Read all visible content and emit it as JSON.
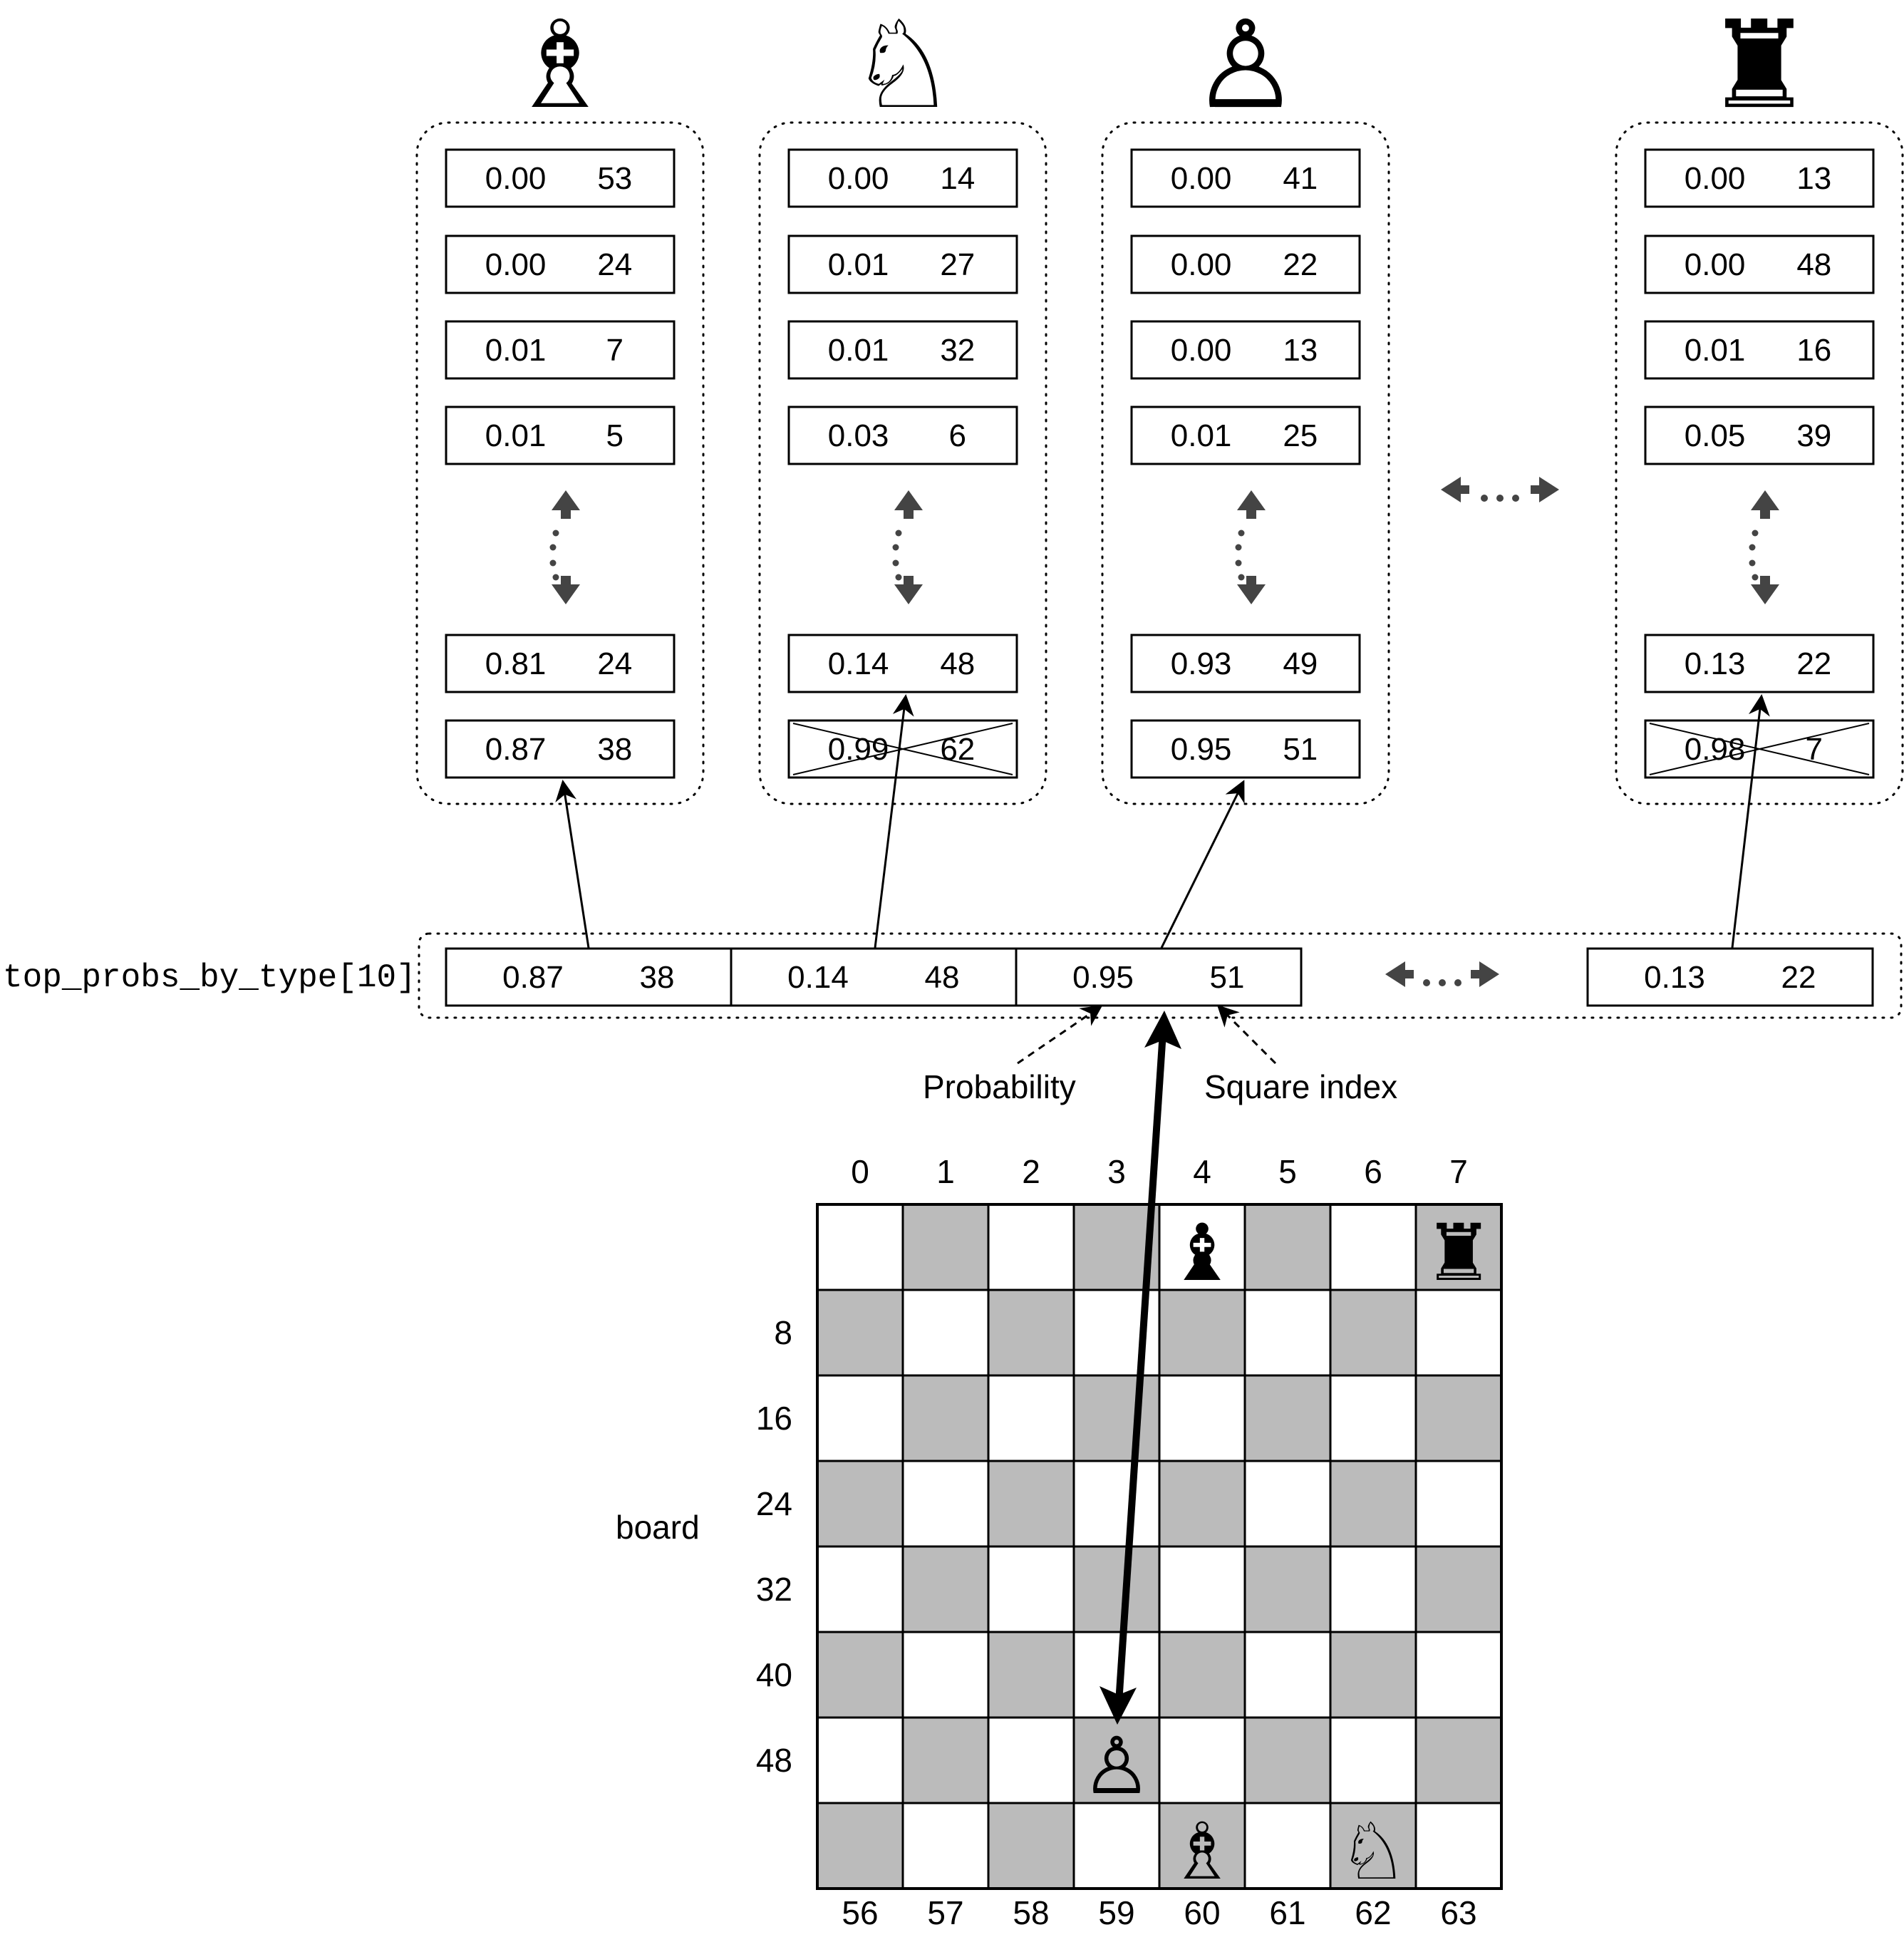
{
  "columns": [
    {
      "icon": "white-bishop-icon",
      "glyph": "♗",
      "top_rows": [
        [
          "0.00",
          "53"
        ],
        [
          "0.00",
          "24"
        ],
        [
          "0.01",
          "7"
        ],
        [
          "0.01",
          "5"
        ]
      ],
      "bottom_rows": [
        [
          "0.81",
          "24"
        ],
        [
          "0.87",
          "38"
        ]
      ],
      "crossed_last": false
    },
    {
      "icon": "white-knight-icon",
      "glyph": "♘",
      "top_rows": [
        [
          "0.00",
          "14"
        ],
        [
          "0.01",
          "27"
        ],
        [
          "0.01",
          "32"
        ],
        [
          "0.03",
          "6"
        ]
      ],
      "bottom_rows": [
        [
          "0.14",
          "48"
        ],
        [
          "0.99",
          "62"
        ]
      ],
      "crossed_last": true
    },
    {
      "icon": "white-pawn-icon",
      "glyph": "♙",
      "top_rows": [
        [
          "0.00",
          "41"
        ],
        [
          "0.00",
          "22"
        ],
        [
          "0.00",
          "13"
        ],
        [
          "0.01",
          "25"
        ]
      ],
      "bottom_rows": [
        [
          "0.93",
          "49"
        ],
        [
          "0.95",
          "51"
        ]
      ],
      "crossed_last": false
    },
    {
      "icon": "black-rook-icon",
      "glyph": "♜",
      "top_rows": [
        [
          "0.00",
          "13"
        ],
        [
          "0.00",
          "48"
        ],
        [
          "0.01",
          "16"
        ],
        [
          "0.05",
          "39"
        ]
      ],
      "bottom_rows": [
        [
          "0.13",
          "22"
        ],
        [
          "0.98",
          "7"
        ]
      ],
      "crossed_last": true
    }
  ],
  "top_probs": {
    "label": "top_probs_by_type[10]",
    "cells": [
      [
        "0.87",
        "38"
      ],
      [
        "0.14",
        "48"
      ],
      [
        "0.95",
        "51"
      ],
      [
        "0.13",
        "22"
      ]
    ]
  },
  "annotations": {
    "probability": "Probability",
    "square_index": "Square index"
  },
  "board": {
    "label": "board",
    "col_labels": [
      "0",
      "1",
      "2",
      "3",
      "4",
      "5",
      "6",
      "7"
    ],
    "row_labels": [
      "8",
      "16",
      "24",
      "32",
      "40",
      "48"
    ],
    "bottom_labels": [
      "56",
      "57",
      "58",
      "59",
      "60",
      "61",
      "62",
      "63"
    ],
    "pieces": [
      {
        "square": 4,
        "glyph": "♝",
        "icon": "black-bishop-icon"
      },
      {
        "square": 7,
        "glyph": "♜",
        "icon": "black-rook-icon"
      },
      {
        "square": 51,
        "glyph": "♙",
        "icon": "white-pawn-icon"
      },
      {
        "square": 60,
        "glyph": "♗",
        "icon": "white-bishop-icon"
      },
      {
        "square": 62,
        "glyph": "♘",
        "icon": "white-knight-icon"
      }
    ],
    "dark_color": "#bbbbbb",
    "light_color": "#ffffff"
  },
  "colors": {
    "line": "#000000",
    "arrow_gray": "#444444"
  }
}
